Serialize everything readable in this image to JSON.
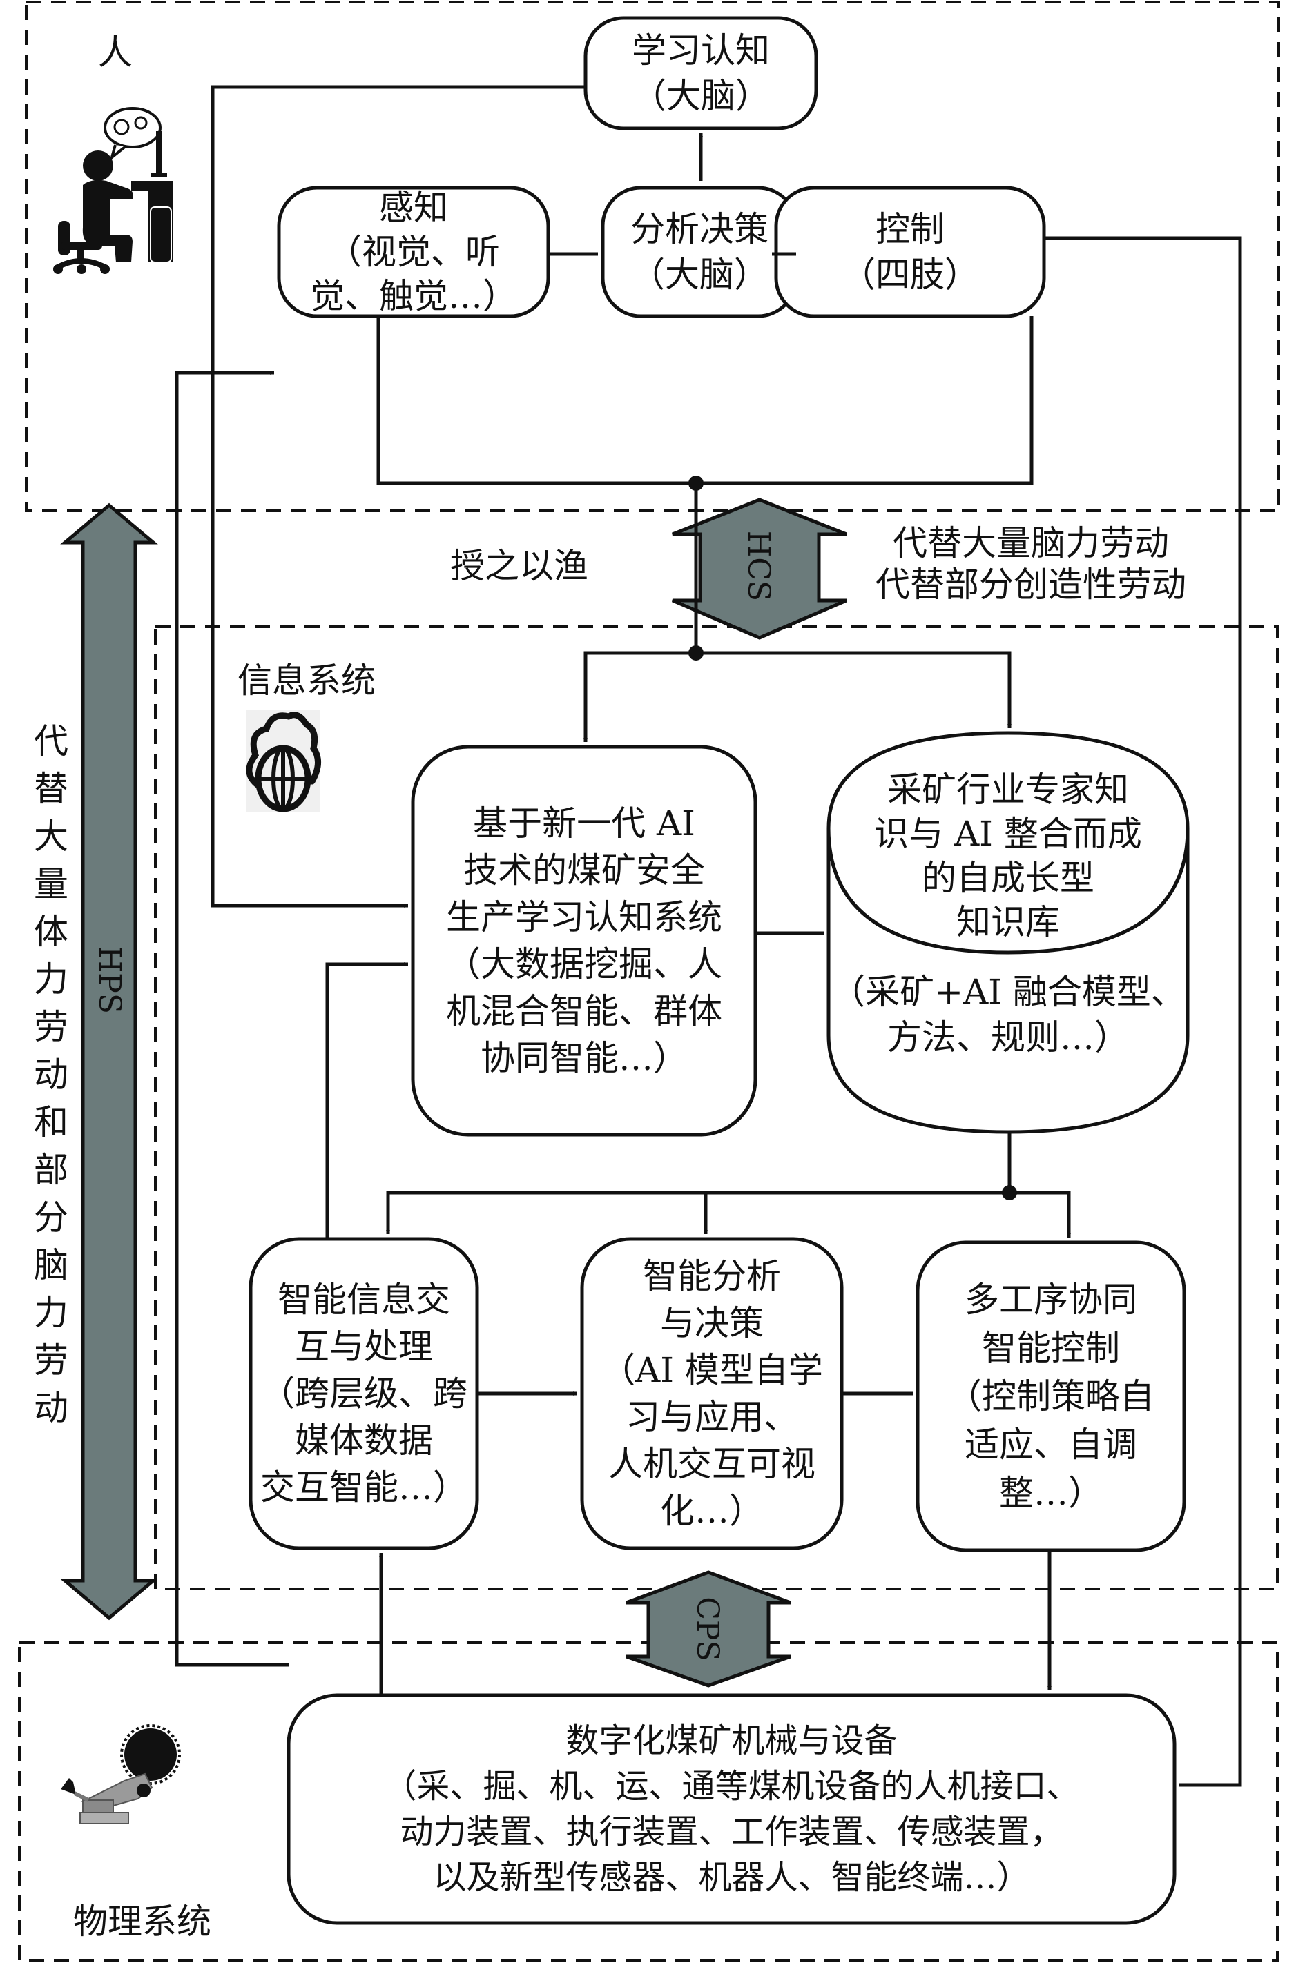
{
  "regions": {
    "human": {
      "title": "人"
    },
    "info_system": {
      "title": "信息系统"
    },
    "physical_system": {
      "title": "物理系统"
    }
  },
  "nodes": {
    "learning_cognition": {
      "lines": [
        "学习认知",
        "（大脑）"
      ]
    },
    "perception": {
      "lines": [
        "感知",
        "（视觉、听",
        "觉、触觉…）"
      ]
    },
    "analysis_decision": {
      "lines": [
        "分析决策",
        "（大脑）"
      ]
    },
    "control": {
      "lines": [
        "控制",
        "（四肢）"
      ]
    },
    "ai_learning_system": {
      "lines": [
        "基于新一代 AI",
        "技术的煤矿安全",
        "生产学习认知系统",
        "（大数据挖掘、人",
        "机混合智能、群体",
        "协同智能…）"
      ]
    },
    "knowledge_base": {
      "top_lines": [
        "采矿行业专家知",
        "识与 AI 整合而成",
        "的自成长型",
        "知识库"
      ],
      "bottom_lines": [
        "（采矿+AI 融合模型、",
        "方法、规则…）"
      ]
    },
    "info_interaction": {
      "lines": [
        "智能信息交",
        "互与处理",
        "（跨层级、跨",
        "媒体数据",
        "交互智能…）"
      ]
    },
    "smart_analysis": {
      "lines": [
        "智能分析",
        "与决策",
        "（AI 模型自学",
        "习与应用、",
        "人机交互可视",
        "化…）"
      ]
    },
    "multi_process_control": {
      "lines": [
        "多工序协同",
        "智能控制",
        "（控制策略自",
        "适应、自调",
        "整…）"
      ]
    },
    "digital_equipment": {
      "lines": [
        "数字化煤矿机械与设备",
        "（采、掘、机、运、通等煤机设备的人机接口、",
        "动力装置、执行装置、工作装置、传感装置，",
        "以及新型传感器、机器人、智能终端…）"
      ]
    }
  },
  "annotations": {
    "teach_to_fish": "授之以渔",
    "hcs_effect": [
      "代替大量脑力劳动",
      "代替部分创造性劳动"
    ],
    "hps_effect": "代替大量体力劳动和部分脑力劳动"
  },
  "interfaces": {
    "hcs": "HCS",
    "hps": "HPS",
    "cps": "CPS"
  },
  "icons": {
    "human": "person-at-computer-icon",
    "info": "cloud-globe-icon",
    "physical": "mining-machine-icon"
  },
  "colors": {
    "interface_arrow_fill": "#6b7b7b",
    "stroke": "#111111",
    "icon_bg": "#f0f0f0"
  }
}
